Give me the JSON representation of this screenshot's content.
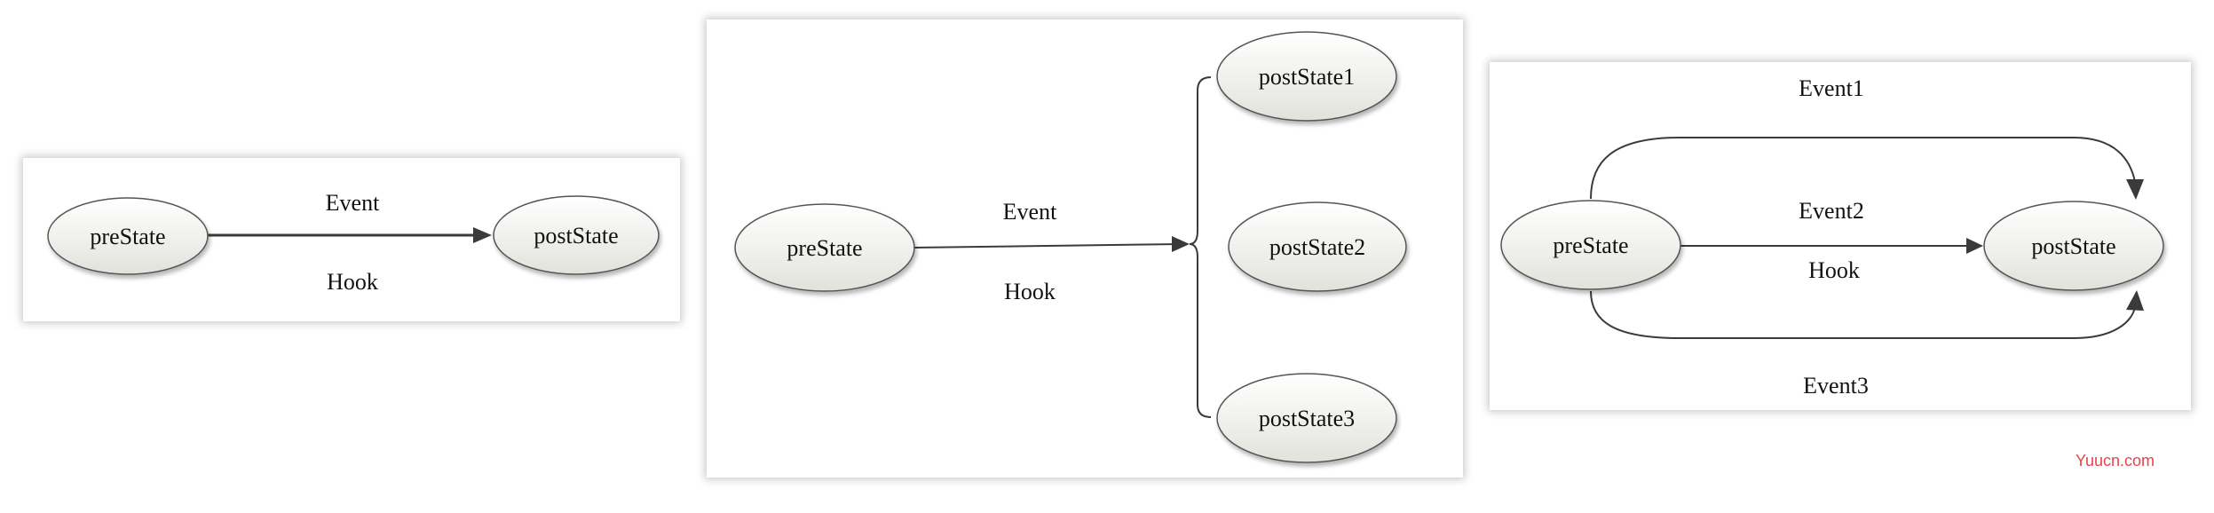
{
  "diagram1": {
    "source": "preState",
    "target": "postState",
    "edge_top_label": "Event",
    "edge_bottom_label": "Hook"
  },
  "diagram2": {
    "source": "preState",
    "targets": [
      "postState1",
      "postState2",
      "postState3"
    ],
    "edge_top_label": "Event",
    "edge_bottom_label": "Hook"
  },
  "diagram3": {
    "source": "preState",
    "target": "postState",
    "upper_edge_label": "Event1",
    "middle_edge_label": "Event2",
    "middle_edge_sublabel": "Hook",
    "lower_edge_label": "Event3"
  },
  "watermark": "Yuucn.com",
  "colors": {
    "edge": "#3a3a3a",
    "node_border": "#555555",
    "watermark": "#e0454b"
  }
}
